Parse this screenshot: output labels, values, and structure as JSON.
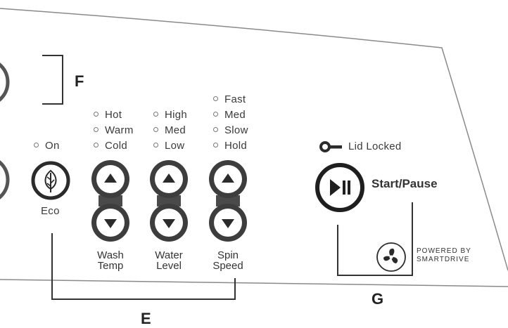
{
  "callouts": {
    "f": "F",
    "e": "E",
    "g": "G"
  },
  "eco": {
    "indicator": "On",
    "label": "Eco",
    "icon": "leaf-icon"
  },
  "wash_temp": {
    "options": [
      "Hot",
      "Warm",
      "Cold"
    ],
    "caption_line1": "Wash",
    "caption_line2": "Temp"
  },
  "water_level": {
    "options": [
      "High",
      "Med",
      "Low"
    ],
    "caption_line1": "Water",
    "caption_line2": "Level"
  },
  "spin_speed": {
    "options": [
      "Fast",
      "Med",
      "Slow",
      "Hold"
    ],
    "caption_line1": "Spin",
    "caption_line2": "Speed"
  },
  "lid": {
    "label": "Lid Locked",
    "icon": "key-icon"
  },
  "start": {
    "label": "Start/Pause",
    "icon": "play-pause-icon"
  },
  "brand": {
    "line1": "POWERED BY",
    "line2": "SMARTDRIVE",
    "icon": "fan-icon"
  },
  "colors": {
    "ink": "#2b2b2b",
    "stepper": "#3d3d3d",
    "text": "#3a3a3a"
  }
}
